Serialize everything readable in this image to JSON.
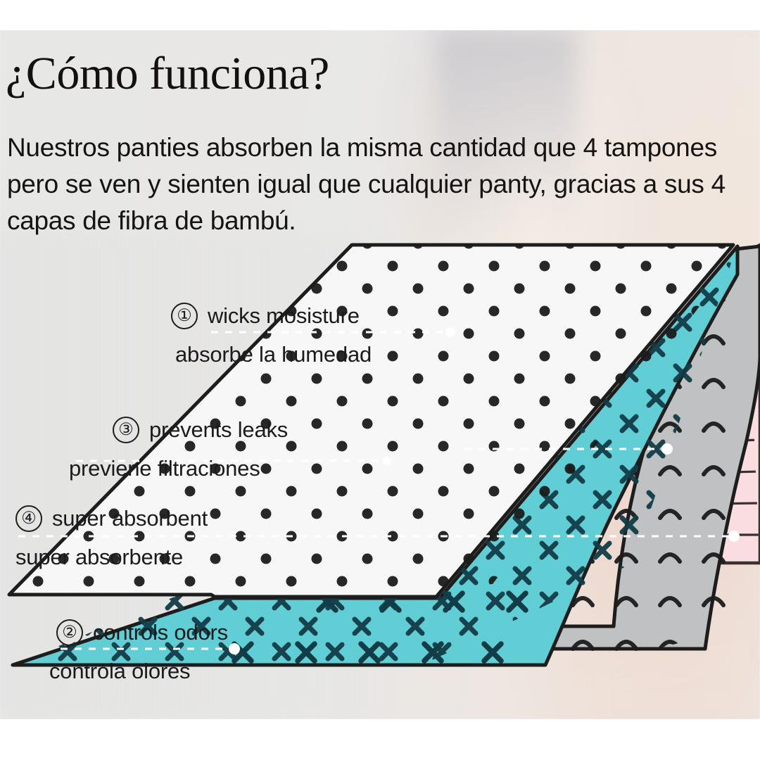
{
  "page": {
    "title": "¿Cómo funciona?",
    "intro": "Nuestros panties absorben la misma cantidad que 4 tampones pero se ven y sienten igual que cualquier panty, gracias a sus 4 capas de fibra de bambú."
  },
  "callouts": [
    {
      "number": "①",
      "english": "wicks mosisture",
      "spanish": "absorbe la humedad",
      "layer": "top-sheet"
    },
    {
      "number": "③",
      "english": "prevents leaks",
      "spanish": "previene filtraciones",
      "layer": "leak-barrier"
    },
    {
      "number": "④",
      "english": "super absorbent",
      "spanish": "super absorbente",
      "layer": "absorbent-core"
    },
    {
      "number": "②",
      "english": "controls odors",
      "spanish": "controla olores",
      "layer": "odor-control"
    }
  ],
  "diagram": {
    "layer_count": 4,
    "layers": [
      {
        "name": "wicking-layer",
        "fill": "#f7f7f7",
        "pattern": "dots",
        "pattern_color": "#1c1c1c"
      },
      {
        "name": "odor-layer",
        "fill": "#61cdd4",
        "pattern": "crosses",
        "pattern_color": "#123c46"
      },
      {
        "name": "absorbent-layer",
        "fill": "#c0c1c3",
        "pattern": "arcs",
        "pattern_color": "#1c1c1c"
      },
      {
        "name": "leakproof-layer",
        "fill": "#f9dde0",
        "pattern": "rungs",
        "pattern_color": "#3a3031"
      }
    ],
    "outline_color": "#1d1d1d",
    "leader_line_color": "#ffffff",
    "leader_line_style": "dashed-with-dot"
  },
  "colors": {
    "background": "#e9e8e7",
    "text": "#161413",
    "accent_cyan": "#61cdd4",
    "accent_pink": "#f9dde0",
    "accent_gray": "#c0c1c3"
  }
}
